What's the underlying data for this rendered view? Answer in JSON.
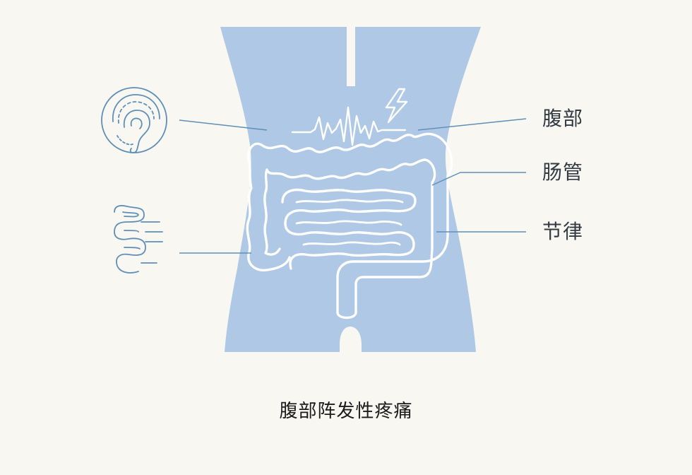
{
  "labels": {
    "abdomen": "腹部",
    "intestine": "肠管",
    "rhythm": "节律"
  },
  "caption": "腹部阵发性疼痛",
  "icons": {
    "left_top": "ear-icon",
    "left_bottom": "intestine-icon",
    "pain": "lightning-icon"
  },
  "colors": {
    "background": "#f8f7f2",
    "torso_fill": "#aec8e6",
    "line": "#5f8fb7",
    "label_text": "#333a42",
    "caption_text": "#1b1b1b",
    "organ_stroke": "#ffffff"
  }
}
